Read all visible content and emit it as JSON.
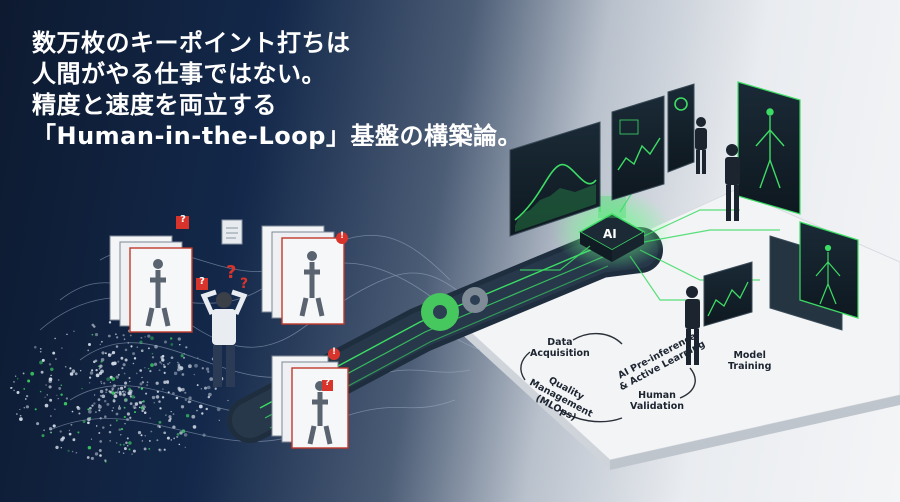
{
  "headline": {
    "line1": "数万枚のキーポイント打ちは",
    "line2": "人間がやる仕事ではない。",
    "line3": "精度と速度を両立する",
    "line4": "「Human-in-the-Loop」基盤の構築論。"
  },
  "chip": {
    "label": "AI"
  },
  "cycle": {
    "data_acquisition": "Data\nAcquisition",
    "ai_preinference": "AI Pre-inference\n& Active Learning",
    "model_training": "Model\nTraining",
    "human_validation": "Human\nValidation",
    "quality_management": "Quality\nManagement\n(MLOps)"
  },
  "icons": {
    "question": "?",
    "alert": "!"
  },
  "colors": {
    "accent_green": "#3ddc64",
    "navy": "#0f1b33",
    "alert_red": "#d9342b"
  }
}
